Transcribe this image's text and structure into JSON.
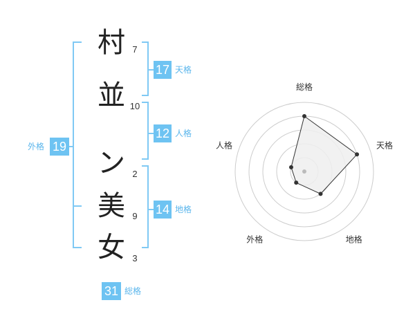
{
  "name": {
    "characters": [
      {
        "char": "村",
        "strokes": "7"
      },
      {
        "char": "並",
        "strokes": "10"
      },
      {
        "char": "ン",
        "strokes": "2"
      },
      {
        "char": "美",
        "strokes": "9"
      },
      {
        "char": "女",
        "strokes": "3"
      }
    ]
  },
  "fortunes": {
    "tenkaku": {
      "value": "17",
      "label": "天格"
    },
    "jinkaku": {
      "value": "12",
      "label": "人格"
    },
    "chikaku": {
      "value": "14",
      "label": "地格"
    },
    "gaikaku": {
      "value": "19",
      "label": "外格"
    },
    "soukaku": {
      "value": "31",
      "label": "総格"
    }
  },
  "radar": {
    "axes": [
      "総格",
      "天格",
      "地格",
      "外格",
      "人格"
    ],
    "values": [
      4,
      4,
      2,
      1,
      1
    ],
    "max": 5,
    "colors": {
      "ring": "#cccccc",
      "fill": "#efefef",
      "line": "#333333",
      "point": "#333333",
      "center": "#bbbbbb"
    }
  },
  "colors": {
    "accent": "#6ec3f2",
    "accent_text": "#5bb6ec",
    "bracket": "#7fc9f4"
  }
}
